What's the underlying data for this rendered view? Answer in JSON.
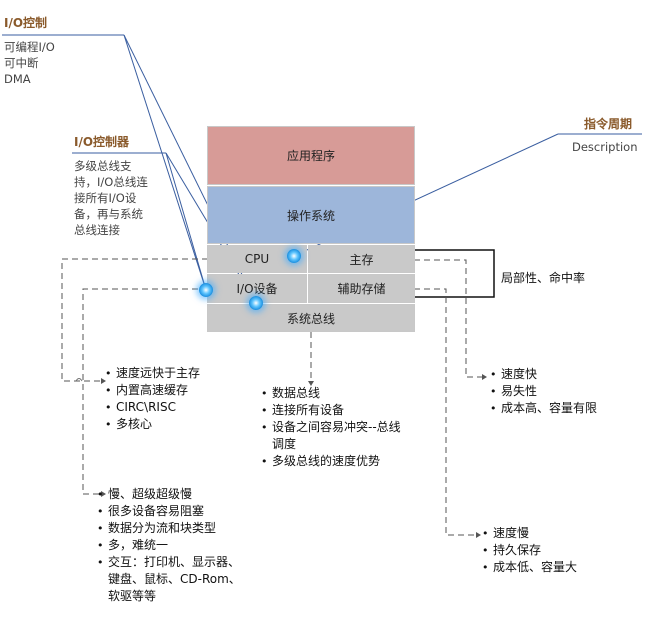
{
  "callouts": {
    "io_control": {
      "title": "I/O控制",
      "lines": [
        "可编程I/O",
        "可中断",
        "DMA"
      ]
    },
    "io_controller": {
      "title": "I/O控制器",
      "lines": [
        "多级总线支",
        "持，I/O总线连",
        "接所有I/O设",
        "备，再与系统",
        "总线连接"
      ]
    },
    "instruction_cycle": {
      "title": "指令周期",
      "description": "Description"
    }
  },
  "stack": {
    "application": "应用程序",
    "os": "操作系统",
    "cpu": "CPU",
    "main_memory": "主存",
    "io_device": "I/O设备",
    "aux_storage": "辅助存储",
    "system_bus": "系统总线"
  },
  "bracket_label": "局部性、命中率",
  "lists": {
    "cpu": [
      "速度远快于主存",
      "内置高速缓存",
      "CIRC\\RISC",
      "多核心"
    ],
    "io": [
      "慢、超级超级慢",
      "很多设备容易阻塞",
      "数据分为流和块类型",
      "多，难统一",
      "交互：打印机、显示器、键盘、鼠标、CD-Rom、软驱等等"
    ],
    "bus": [
      "数据总线",
      "连接所有设备",
      "设备之间容易冲突--总线调度",
      "多级总线的速度优势"
    ],
    "main_memory": [
      "速度快",
      "易失性",
      "成本高、容量有限"
    ],
    "aux_storage": [
      "速度慢",
      "持久保存",
      "成本低、容量大"
    ]
  },
  "colors": {
    "application": "#d79b97",
    "os": "#9db6da",
    "hardware": "#c9c9c9",
    "callout_title": "#8a5a2b",
    "leader_line": "#3a5ea0"
  }
}
